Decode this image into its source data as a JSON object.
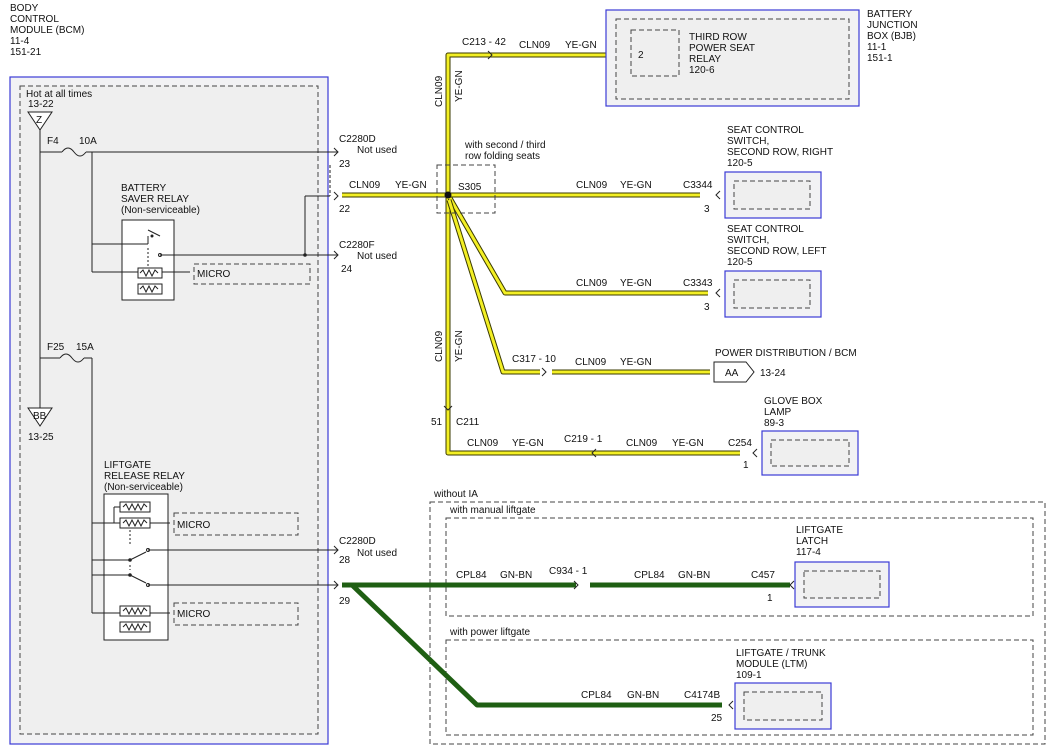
{
  "bcm": {
    "title": [
      "BODY",
      "CONTROL",
      "MODULE (BCM)",
      "11-4",
      "151-21"
    ],
    "hot": "Hot at all times",
    "hot_ref": "13-22",
    "z": "Z",
    "bb": "BB",
    "bb_ref": "13-25"
  },
  "fuses": {
    "f4": "F4",
    "f4_rating": "10A",
    "f25": "F25",
    "f25_rating": "15A"
  },
  "battery_saver": {
    "title": [
      "BATTERY",
      "SAVER RELAY",
      "(Non-serviceable)"
    ],
    "micro": "MICRO"
  },
  "liftgate_release": {
    "title": [
      "LIFTGATE",
      "RELEASE RELAY",
      "(Non-serviceable)"
    ],
    "micro1": "MICRO",
    "micro2": "MICRO"
  },
  "pins": {
    "c2280d_top": "C2280D",
    "p23": "23",
    "not_used_23": "Not used",
    "p22": "22",
    "c2280f": "C2280F",
    "p24": "24",
    "not_used_24": "Not used",
    "c2280d_bot": "C2280D",
    "p28": "28",
    "not_used_28": "Not used",
    "p29": "29"
  },
  "wire_labels": {
    "cln09": "CLN09",
    "ye_gn": "YE-GN",
    "cpl84": "CPL84",
    "gn_bn": "GN-BN"
  },
  "splice": {
    "name": "S305",
    "note": [
      "with second / third",
      "row folding seats"
    ]
  },
  "connectors": {
    "c213": "C213 - 42",
    "c3344": "C3344",
    "p3_a": "3",
    "c3343": "C3343",
    "p3_b": "3",
    "c317": "C317 - 10",
    "c211": "C211",
    "p51": "51",
    "c219": "C219 - 1",
    "c254": "C254",
    "p1_glove": "1",
    "c934": "C934 - 1",
    "c457": "C457",
    "p1_latch": "1",
    "c4174b": "C4174B",
    "p25": "25"
  },
  "components": {
    "bjb": [
      "BATTERY",
      "JUNCTION",
      "BOX (BJB)",
      "11-1",
      "151-1"
    ],
    "third_row": [
      "THIRD ROW",
      "POWER SEAT",
      "RELAY",
      "120-6"
    ],
    "third_row_pin": "2",
    "seat_right": [
      "SEAT CONTROL",
      "SWITCH,",
      "SECOND ROW, RIGHT",
      "120-5"
    ],
    "seat_left": [
      "SEAT CONTROL",
      "SWITCH,",
      "SECOND ROW, LEFT",
      "120-5"
    ],
    "power_dist": "POWER DISTRIBUTION / BCM",
    "aa": "AA",
    "aa_ref": "13-24",
    "glove": [
      "GLOVE BOX",
      "LAMP",
      "89-3"
    ],
    "latch": [
      "LIFTGATE",
      "LATCH",
      "117-4"
    ],
    "ltm": [
      "LIFTGATE / TRUNK",
      "MODULE (LTM)",
      "109-1"
    ]
  },
  "options": {
    "without_ia": "without IA",
    "manual": "with manual liftgate",
    "power": "with power liftgate"
  },
  "colors": {
    "yellow_wire": "#f3ef24",
    "green_wire": "#1f5f13",
    "module_border": "#3b3bd6"
  }
}
